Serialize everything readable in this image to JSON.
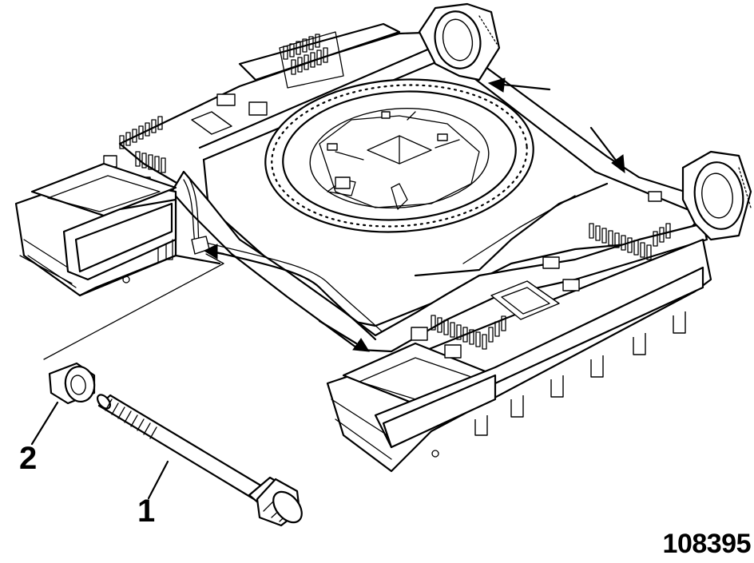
{
  "callouts": [
    {
      "id": "1",
      "label": "1",
      "part": "bolt"
    },
    {
      "id": "2",
      "label": "2",
      "part": "bushing"
    }
  ],
  "figure_number": "108395",
  "colors": {
    "line": "#000000",
    "background": "#ffffff"
  }
}
